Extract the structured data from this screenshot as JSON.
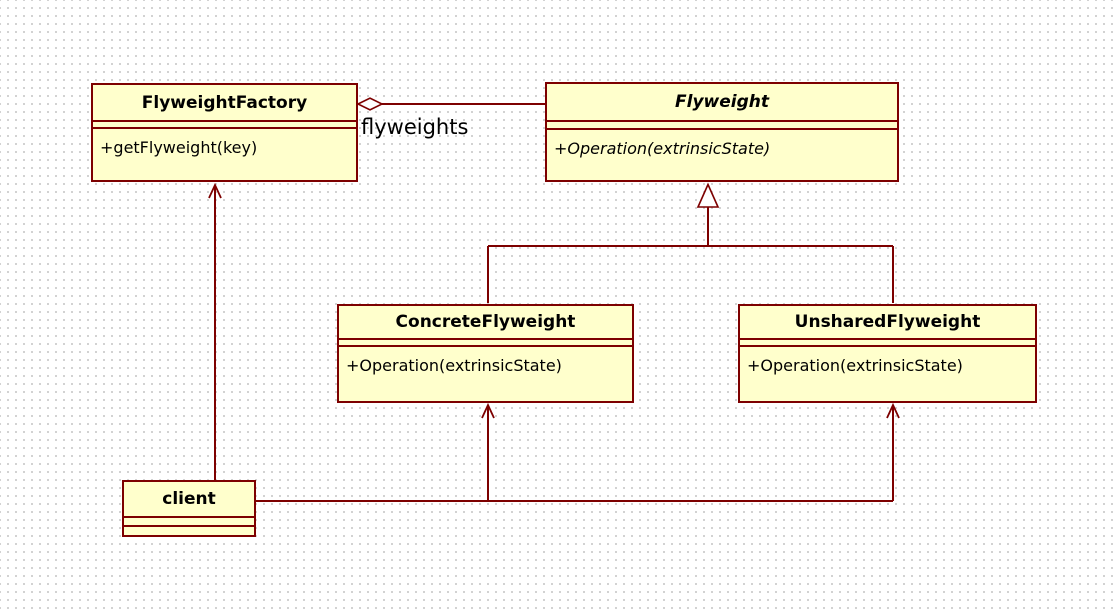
{
  "diagram": {
    "kind": "uml-class-diagram",
    "colors": {
      "box_fill": "#ffffcc",
      "box_border": "#7d0000",
      "line": "#7d0000",
      "text": "#000000",
      "grid_dot": "#c3c3c3",
      "background": "#ffffff"
    },
    "classes": [
      {
        "name": "FlyweightFactory",
        "abstract": false,
        "methods": [
          "+getFlyweight(key)"
        ]
      },
      {
        "name": "Flyweight",
        "abstract": true,
        "methods": [
          "+Operation(extrinsicState)"
        ]
      },
      {
        "name": "ConcreteFlyweight",
        "abstract": false,
        "methods": [
          "+Operation(extrinsicState)"
        ]
      },
      {
        "name": "UnsharedFlyweight",
        "abstract": false,
        "methods": [
          "+Operation(extrinsicState)"
        ]
      },
      {
        "name": "client",
        "abstract": false,
        "methods": []
      }
    ],
    "relationships": [
      {
        "type": "aggregation",
        "from": "FlyweightFactory",
        "to": "Flyweight",
        "label": "flyweights"
      },
      {
        "type": "generalization",
        "from": "ConcreteFlyweight",
        "to": "Flyweight"
      },
      {
        "type": "generalization",
        "from": "UnsharedFlyweight",
        "to": "Flyweight"
      },
      {
        "type": "arrow",
        "from": "client",
        "to": "FlyweightFactory"
      },
      {
        "type": "arrow",
        "from": "client",
        "to": "ConcreteFlyweight"
      },
      {
        "type": "arrow",
        "from": "client",
        "to": "UnsharedFlyweight"
      }
    ]
  }
}
